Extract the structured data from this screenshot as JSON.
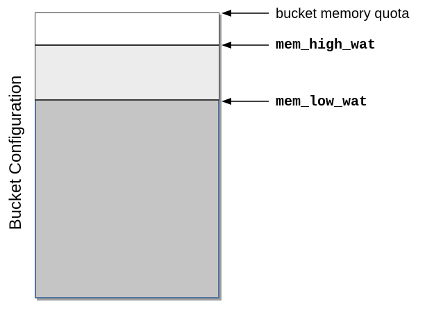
{
  "diagram": {
    "y_axis_label": "Bucket Configuration",
    "bucket": {
      "sections": [
        {
          "id": "above-high-wat",
          "fill": "#ffffff",
          "border": "#2e2e2e"
        },
        {
          "id": "between-high-and-low-wat",
          "fill": "#ececec",
          "border": "#2e2e2e"
        },
        {
          "id": "below-low-wat",
          "fill": "#c5c5c5",
          "border": "#52739e"
        }
      ],
      "shadow_color": "#9e9e9e"
    },
    "annotations": [
      {
        "label": "bucket memory quota",
        "style": "sans"
      },
      {
        "label": "mem_high_wat",
        "style": "mono"
      },
      {
        "label": "mem_low_wat",
        "style": "mono"
      }
    ],
    "arrow_color": "#000000"
  }
}
